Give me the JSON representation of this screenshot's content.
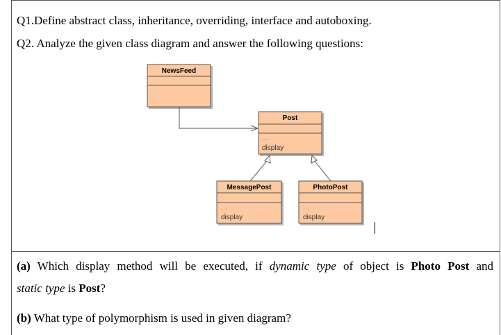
{
  "questions": {
    "q1": {
      "number": "Q1.",
      "text": "Define abstract class, inheritance, overriding, interface and autoboxing."
    },
    "q2": {
      "number": "Q2.",
      "text": " Analyze the given class diagram and answer the following questions:"
    }
  },
  "diagram": {
    "classes": [
      {
        "name": "NewsFeed",
        "attributes": "",
        "methods": ""
      },
      {
        "name": "Post",
        "attributes": "...",
        "methods": "display"
      },
      {
        "name": "MessagePost",
        "attributes": "...",
        "methods": "display"
      },
      {
        "name": "PhotoPost",
        "attributes": "...",
        "methods": "display"
      }
    ],
    "fill_color": "#fcc9a0",
    "border_color": "#555555"
  },
  "subquestions": {
    "a": {
      "label": "(a)",
      "text_1": " Which display method will be executed, if ",
      "text_2": "dynamic type",
      "text_3": " of object is ",
      "text_4": "Photo Post",
      "text_5": " and",
      "text_6": "static type",
      "text_7": " is ",
      "text_8": "Post",
      "text_9": "?"
    },
    "b": {
      "label": "(b)",
      "text": " What type of polymorphism is used in given diagram?"
    }
  }
}
